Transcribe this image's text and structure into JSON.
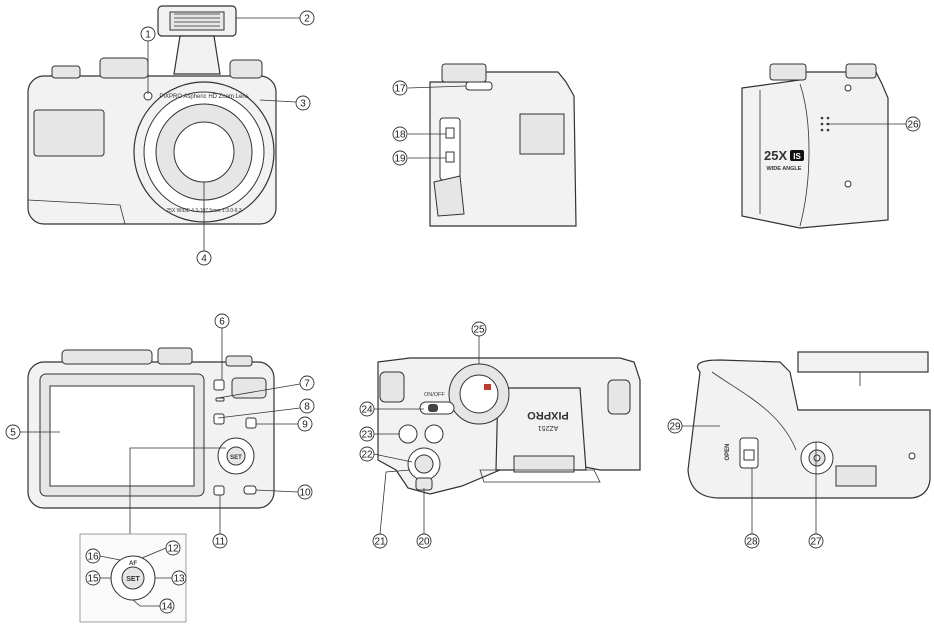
{
  "labels": {
    "lens_ring": "PIXPRO Aspheric HD Zoom Lens",
    "lens_spec": "25X WIDE  4.3-107.5mm  1:3.0-6.3",
    "zoom_badge": "25X",
    "zoom_badge_is": "IS",
    "wide_angle": "WIDE ANGLE",
    "set": "SET",
    "af": "AF",
    "on_off": "ON/OFF",
    "model": "AZ251",
    "brand": "PIXPRO",
    "open": "OPEN"
  },
  "callouts": [
    "1",
    "2",
    "3",
    "4",
    "5",
    "6",
    "7",
    "8",
    "9",
    "10",
    "11",
    "12",
    "13",
    "14",
    "15",
    "16",
    "17",
    "18",
    "19",
    "20",
    "21",
    "22",
    "23",
    "24",
    "25",
    "26",
    "27",
    "28",
    "29"
  ]
}
